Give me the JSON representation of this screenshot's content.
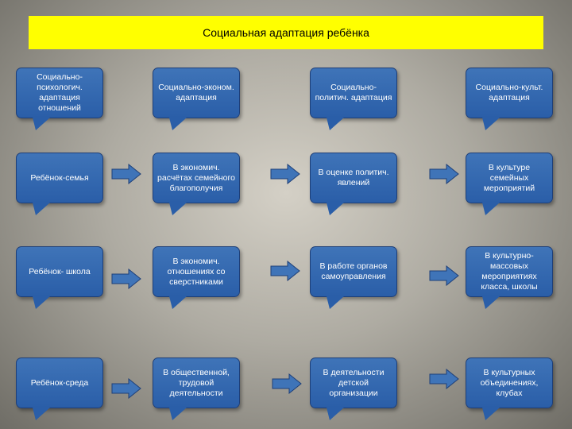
{
  "title": "Социальная адаптация ребёнка",
  "boxes": {
    "h1": "Социально-психологич. адаптация отношений",
    "h2": "Социально-эконом. адаптация",
    "h3": "Социально-политич. адаптация",
    "h4": "Социально-культ. адаптация",
    "r1c1": "Ребёнок-семья",
    "r1c2": "В экономич. расчётах семейного благополучия",
    "r1c3": "В оценке политич. явлений",
    "r1c4": "В культуре семейных мероприятий",
    "r2c1": "Ребёнок- школа",
    "r2c2": "В экономич. отношениях со сверстниками",
    "r2c3": "В работе органов самоуправления",
    "r2c4": "В культурно-массовых мероприятиях класса, школы",
    "r3c1": "Ребёнок-среда",
    "r3c2": "В общественной, трудовой деятельности",
    "r3c3": "В деятельности детской организации",
    "r3c4": "В культурных объединениях, клубах"
  },
  "colors": {
    "banner": "#ffff00",
    "box": "#2a5ea8",
    "arrow": "#3f74b8",
    "background": "#aeaba2"
  }
}
